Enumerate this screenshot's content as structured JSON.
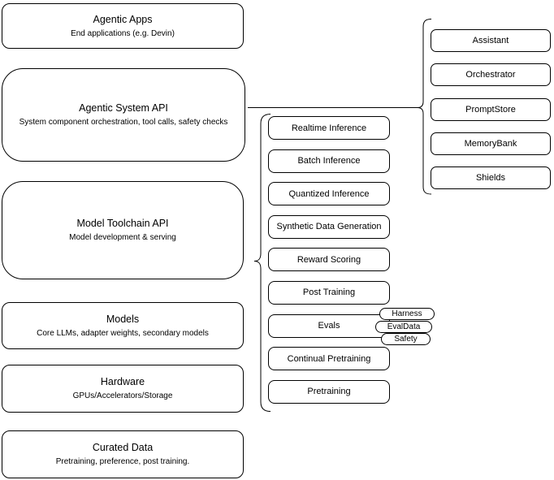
{
  "diagram": {
    "left_stack": [
      {
        "title": "Agentic Apps",
        "subtitle": "End applications (e.g. Devin)"
      },
      {
        "title": "Agentic System API",
        "subtitle": "System component orchestration, tool calls, safety checks"
      },
      {
        "title": "Model Toolchain API",
        "subtitle": "Model development & serving"
      },
      {
        "title": "Models",
        "subtitle": "Core LLMs, adapter weights, secondary models"
      },
      {
        "title": "Hardware",
        "subtitle": "GPUs/Accelerators/Storage"
      },
      {
        "title": "Curated Data",
        "subtitle": "Pretraining, preference, post training."
      }
    ],
    "toolchain_services": [
      "Realtime Inference",
      "Batch Inference",
      "Quantized Inference",
      "Synthetic Data Generation",
      "Reward Scoring",
      "Post Training",
      "Evals",
      "Continual Pretraining",
      "Pretraining"
    ],
    "evals_tags": [
      "Harness",
      "EvalData",
      "Safety"
    ],
    "system_components": [
      "Assistant",
      "Orchestrator",
      "PromptStore",
      "MemoryBank",
      "Shields"
    ],
    "colors": {
      "stroke": "#000000",
      "fill": "#ffffff",
      "text": "#000000",
      "background": "#ffffff"
    }
  }
}
